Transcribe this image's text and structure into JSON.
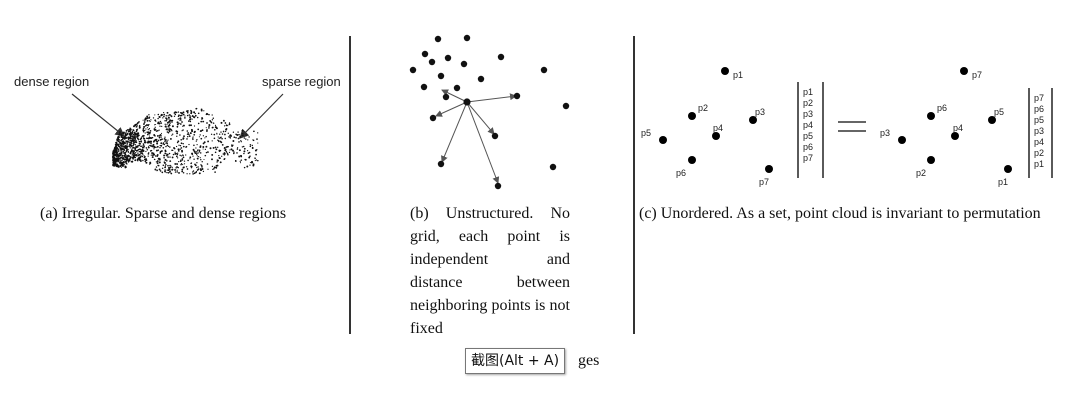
{
  "panel_a": {
    "dense_label": "dense region",
    "sparse_label": "sparse region",
    "caption": "(a) Irregular. Sparse and dense regions"
  },
  "panel_b": {
    "caption": "(b) Unstructured. No grid, each point is independent and distance between neighboring points is not fixed"
  },
  "panel_c": {
    "left_points": [
      "p1",
      "p2",
      "p3",
      "p4",
      "p5",
      "p6",
      "p7"
    ],
    "right_points": [
      "p7",
      "p6",
      "p5",
      "p3",
      "p4",
      "p2",
      "p1"
    ],
    "caption": "(c) Unordered. As a set, point cloud is invariant to permutation"
  },
  "screenshot_tooltip": "截图(Alt + A)",
  "figure_caption_tail": "ges"
}
